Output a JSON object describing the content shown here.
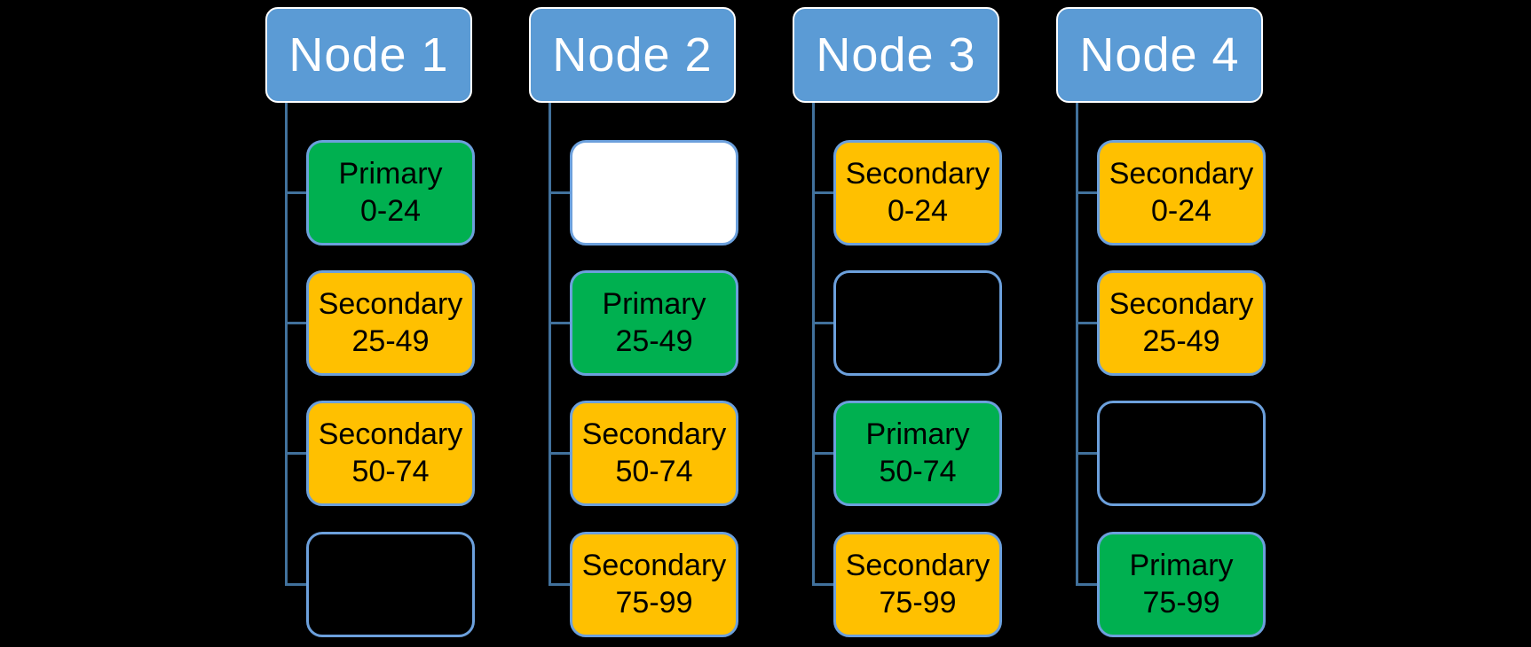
{
  "background": "#000000",
  "colors": {
    "header_fill": "#5B9BD5",
    "header_text": "#FFFFFF",
    "header_outline": "#FFFFFF",
    "primary_fill": "#00B050",
    "secondary_fill": "#FFC000",
    "empty_fill": "transparent",
    "empty_white_fill": "#FFFFFF",
    "shard_border": "#6CA0DC",
    "connector": "#41719C",
    "shard_text": "#000000"
  },
  "diagram": {
    "type": "tree-columns",
    "description": "Four node columns, each with four shard slots connected by elbow connectors",
    "nodes": [
      {
        "label": "Node 1",
        "children": [
          {
            "variant": "primary",
            "role": "Primary",
            "range": "0-24"
          },
          {
            "variant": "secondary",
            "role": "Secondary",
            "range": "25-49"
          },
          {
            "variant": "secondary",
            "role": "Secondary",
            "range": "50-74"
          },
          {
            "variant": "empty",
            "role": "",
            "range": ""
          }
        ]
      },
      {
        "label": "Node 2",
        "children": [
          {
            "variant": "empty-white",
            "role": "",
            "range": ""
          },
          {
            "variant": "primary",
            "role": "Primary",
            "range": "25-49"
          },
          {
            "variant": "secondary",
            "role": "Secondary",
            "range": "50-74"
          },
          {
            "variant": "secondary",
            "role": "Secondary",
            "range": "75-99"
          }
        ]
      },
      {
        "label": "Node 3",
        "children": [
          {
            "variant": "secondary",
            "role": "Secondary",
            "range": "0-24"
          },
          {
            "variant": "empty",
            "role": "",
            "range": ""
          },
          {
            "variant": "primary",
            "role": "Primary",
            "range": "50-74"
          },
          {
            "variant": "secondary",
            "role": "Secondary",
            "range": "75-99"
          }
        ]
      },
      {
        "label": "Node 4",
        "children": [
          {
            "variant": "secondary",
            "role": "Secondary",
            "range": "0-24"
          },
          {
            "variant": "secondary",
            "role": "Secondary",
            "range": "25-49"
          },
          {
            "variant": "empty",
            "role": "",
            "range": ""
          },
          {
            "variant": "primary",
            "role": "Primary",
            "range": "75-99"
          }
        ]
      }
    ]
  }
}
